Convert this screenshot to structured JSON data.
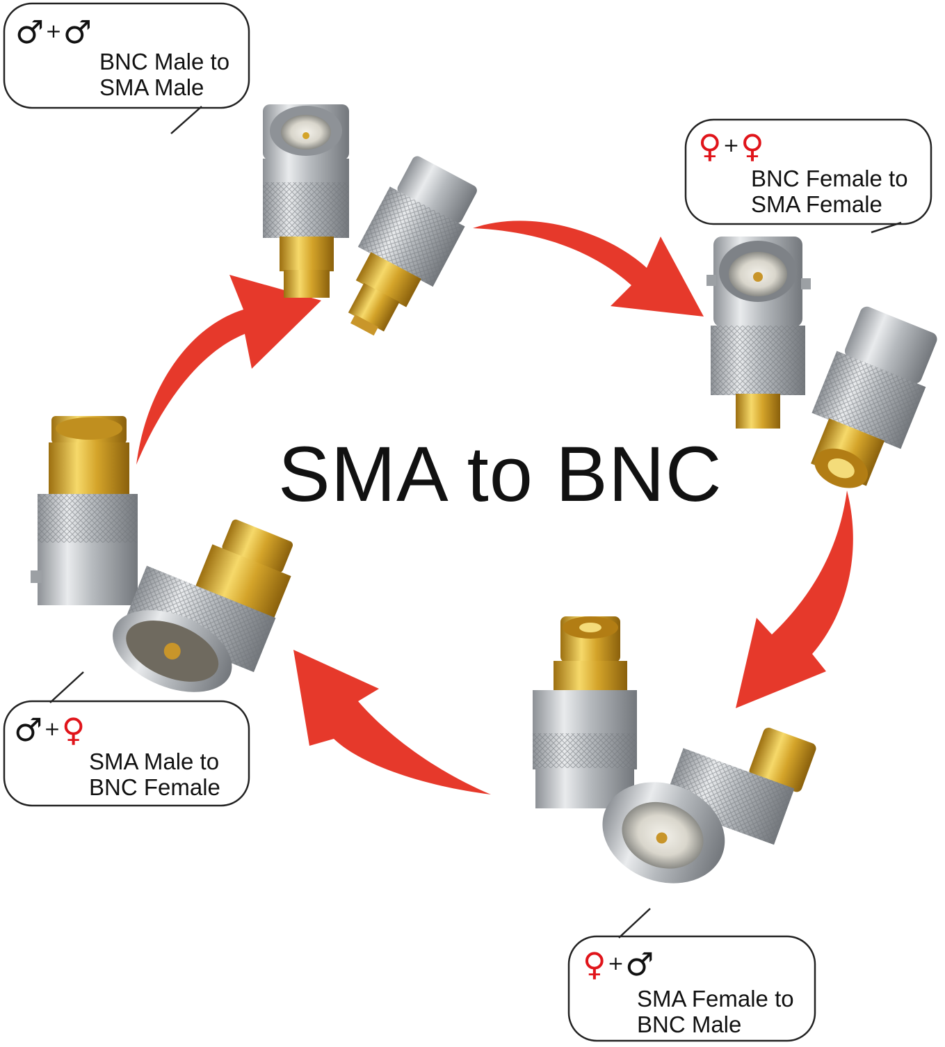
{
  "title": "SMA to BNC",
  "colors": {
    "arrow": "#e6392b",
    "female_symbol": "#e0141a",
    "male_symbol": "#111111",
    "gold": "#d4a42a",
    "silver": "#b9bcc0"
  },
  "callouts": [
    {
      "id": "bnc-male-sma-male",
      "symbol_left": "♂",
      "symbol_right": "♂",
      "plus": "+",
      "line1": "BNC Male to",
      "line2": "SMA Male"
    },
    {
      "id": "bnc-female-sma-female",
      "symbol_left": "♀",
      "symbol_right": "♀",
      "plus": "+",
      "line1": "BNC Female to",
      "line2": "SMA Female"
    },
    {
      "id": "sma-male-bnc-female",
      "symbol_left": "♂",
      "symbol_right": "♀",
      "plus": "+",
      "line1": "SMA Male to",
      "line2": "BNC Female"
    },
    {
      "id": "sma-female-bnc-male",
      "symbol_left": "♀",
      "symbol_right": "♂",
      "plus": "+",
      "line1": "SMA Female to",
      "line2": "BNC Male"
    }
  ]
}
